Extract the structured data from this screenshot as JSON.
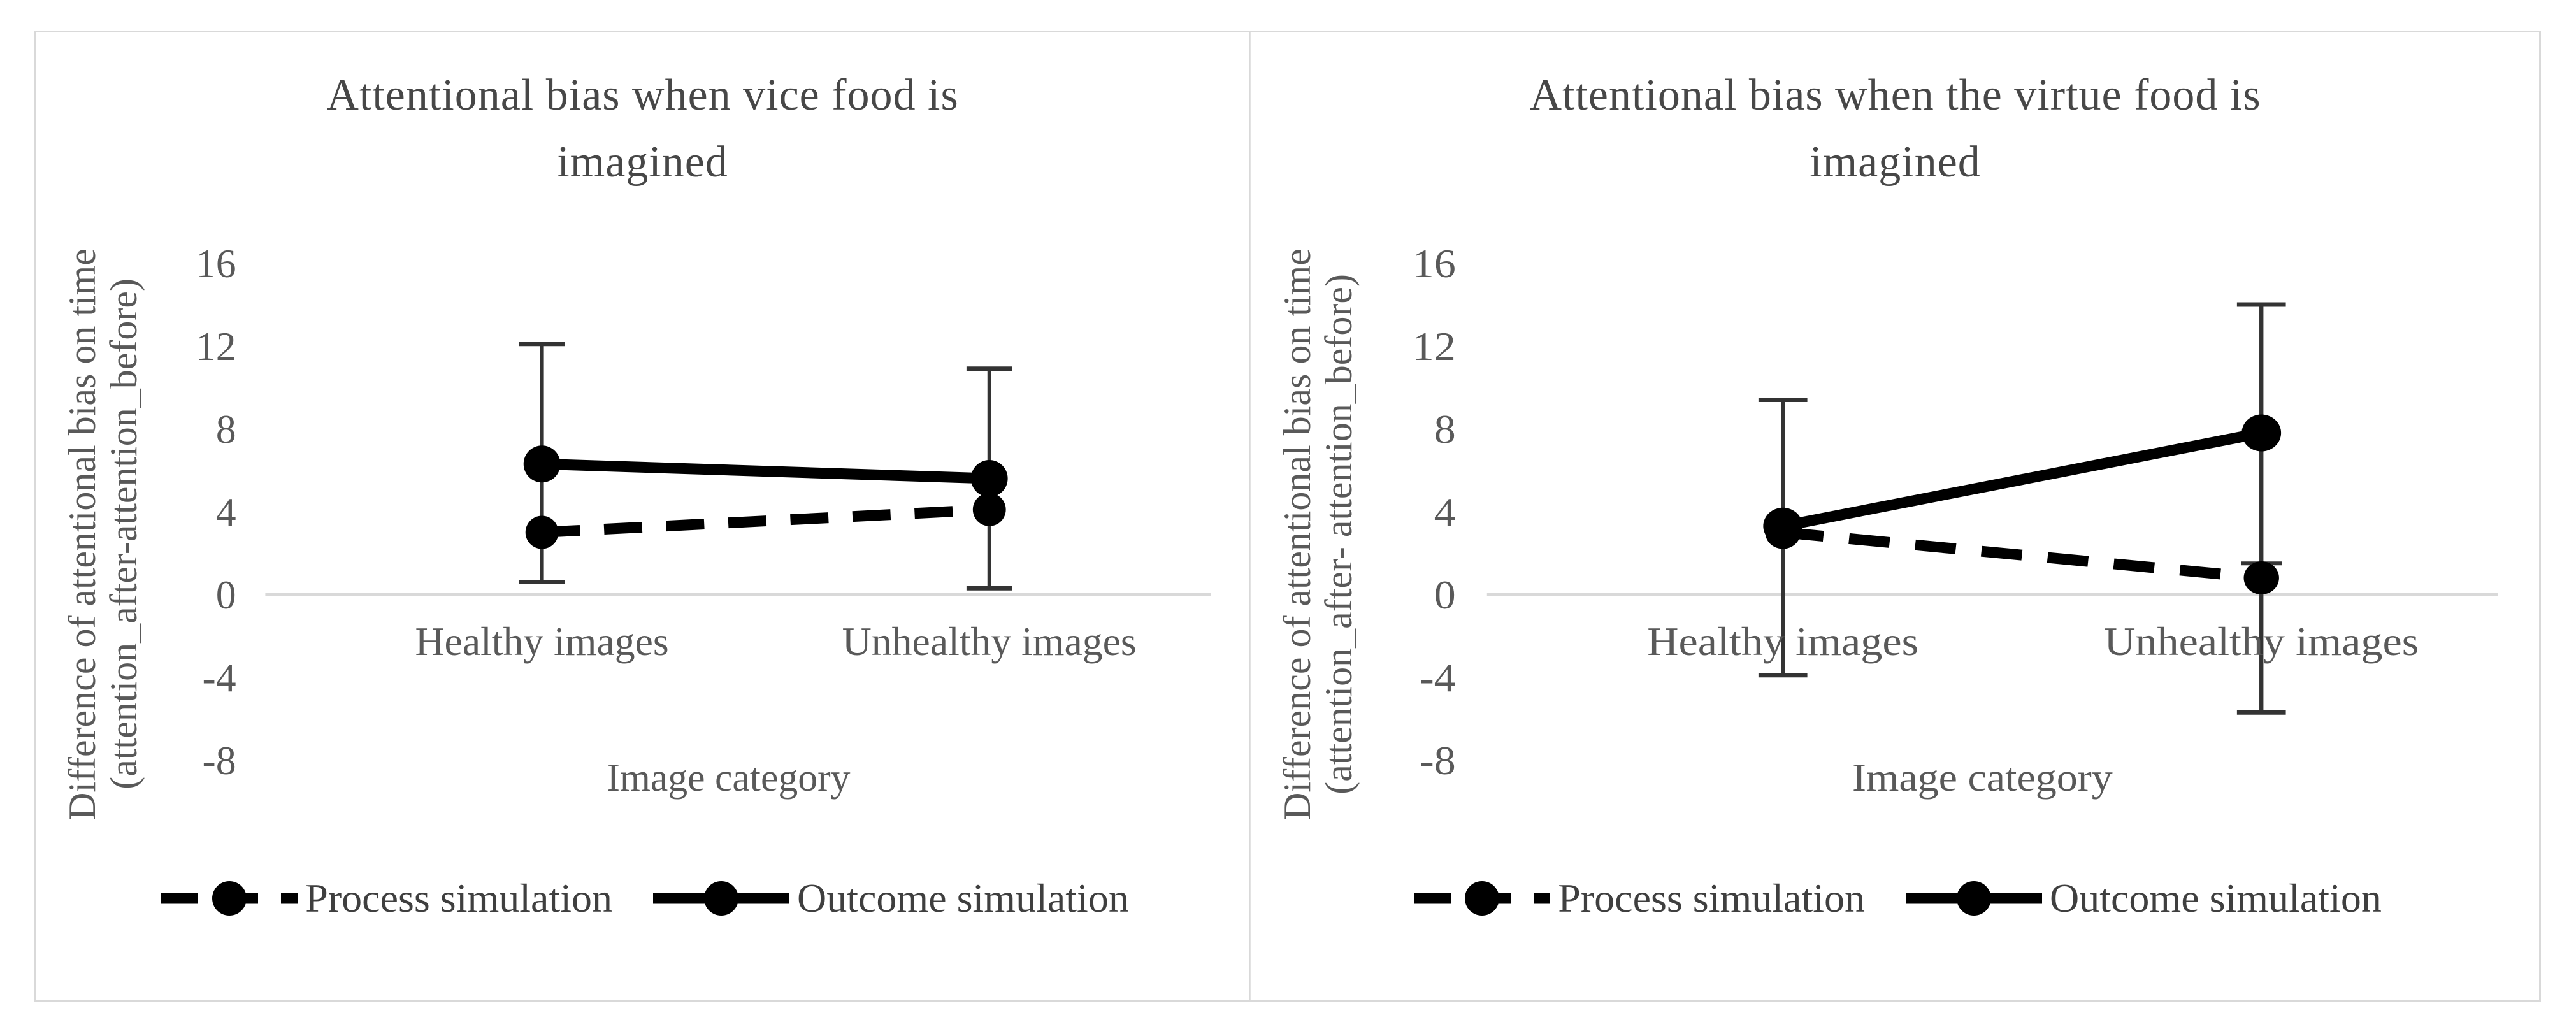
{
  "colors": {
    "series": "#000000",
    "axis_text": "#595959",
    "title_text": "#474747",
    "gridline": "#d9d9d9",
    "error_bar": "#333333",
    "panel_border": "#d9d9d9"
  },
  "chart_data": [
    {
      "type": "line",
      "title": "Attentional bias when vice food is imagined",
      "title_line1": "Attentional bias when vice food is",
      "title_line2": "imagined",
      "ylabel_line1": "Difference of attentional bias on time",
      "ylabel_line2": "(attention_after-attention_before)",
      "xlabel": "Image category",
      "categories": [
        "Healthy images",
        "Unhealthy images"
      ],
      "y_ticks": [
        "16",
        "12",
        "8",
        "4",
        "0",
        "-4",
        "-8"
      ],
      "ylim": [
        -10,
        18
      ],
      "grid": "zero-line-only",
      "legend_position": "bottom",
      "series": [
        {
          "name": "Process simulation",
          "style": "dashed",
          "marker": "circle",
          "values": [
            3.0,
            4.1
          ]
        },
        {
          "name": "Outcome simulation",
          "style": "solid",
          "marker": "circle",
          "values": [
            6.3,
            5.6
          ]
        }
      ],
      "error_bars": [
        {
          "category": "Healthy images",
          "top": 12.1,
          "bottom": 0.6
        },
        {
          "category": "Unhealthy images",
          "top": 10.9,
          "bottom": 0.3
        }
      ]
    },
    {
      "type": "line",
      "title": "Attentional bias when the virtue food is imagined",
      "title_line1": "Attentional bias when the virtue food is",
      "title_line2": "imagined",
      "ylabel_line1": "Difference of attentional bias  on time",
      "ylabel_line2": "(attention_after- attention_before)",
      "xlabel": "Image category",
      "categories": [
        "Healthy images",
        "Unhealthy images"
      ],
      "y_ticks": [
        "16",
        "12",
        "8",
        "4",
        "0",
        "-4",
        "-8"
      ],
      "ylim": [
        -10,
        18
      ],
      "grid": "zero-line-only",
      "legend_position": "bottom",
      "series": [
        {
          "name": "Process simulation",
          "style": "dashed",
          "marker": "circle",
          "values": [
            3.0,
            0.8
          ]
        },
        {
          "name": "Outcome simulation",
          "style": "solid",
          "marker": "circle",
          "values": [
            3.3,
            7.8
          ]
        }
      ],
      "error_bars": [
        {
          "category": "Healthy images",
          "top": 9.4,
          "bottom": -3.9
        },
        {
          "category": "Unhealthy images",
          "top": 14.0,
          "bottom": -5.7,
          "mid_cap": 1.5
        }
      ]
    }
  ]
}
